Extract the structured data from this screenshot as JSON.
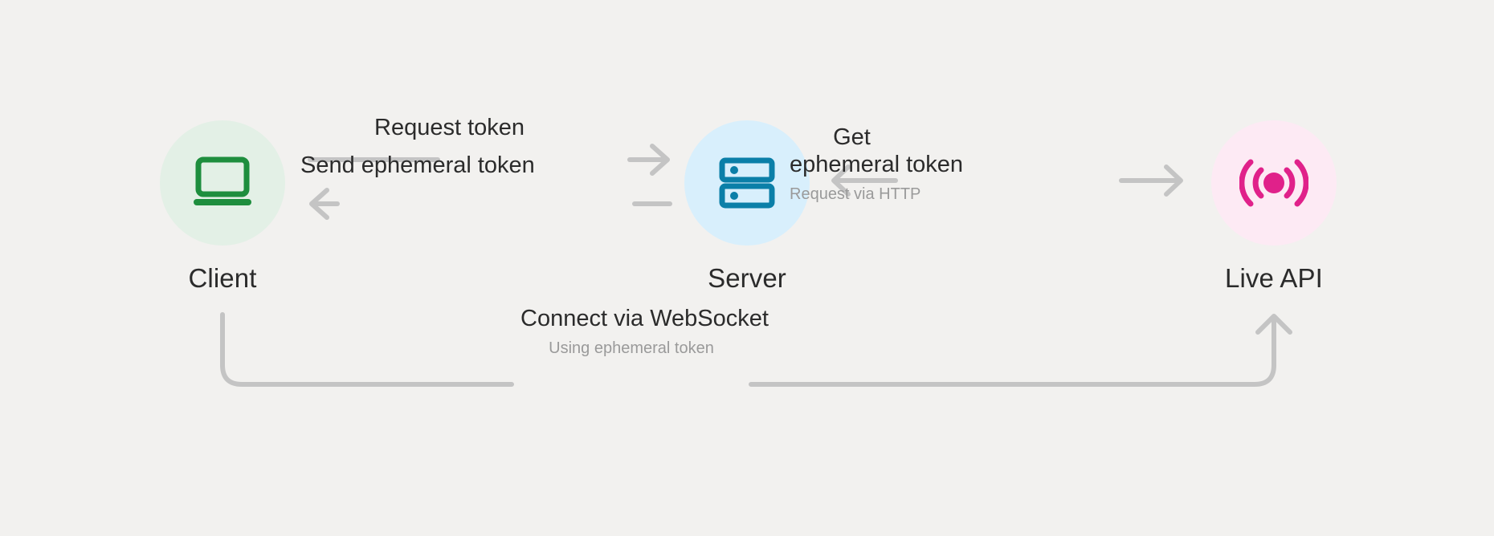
{
  "diagram": {
    "title": "Live API ephemeral token flow",
    "background_color": "#f2f1ef",
    "connector_color": "#c4c4c4",
    "text_color": "#2b2b2b",
    "muted_text_color": "#9a9a9a"
  },
  "nodes": [
    {
      "id": "client",
      "label": "Client",
      "icon": "laptop-icon",
      "icon_color": "#1e8e3e",
      "circle_color": "#e3f0e6"
    },
    {
      "id": "server",
      "label": "Server",
      "icon": "server-rack-icon",
      "icon_color": "#0b7fa8",
      "circle_color": "#d8effc"
    },
    {
      "id": "liveapi",
      "label": "Live API",
      "icon": "broadcast-signal-icon",
      "icon_color": "#e0218a",
      "circle_color": "#fdeaf4"
    }
  ],
  "edges": {
    "request_token": {
      "label": "Request token",
      "direction": "right",
      "from": "client",
      "to": "server"
    },
    "send_ephemeral_token": {
      "label": "Send ephemeral token",
      "direction": "left",
      "from": "server",
      "to": "client"
    },
    "get_ephemeral_token": {
      "label_line1": "Get",
      "label_line2": "ephemeral token",
      "sublabel": "Request via HTTP",
      "from": "server",
      "to": "liveapi"
    },
    "connect_websocket": {
      "label": "Connect via WebSocket",
      "sublabel": "Using ephemeral token",
      "from": "client",
      "to": "liveapi"
    }
  }
}
